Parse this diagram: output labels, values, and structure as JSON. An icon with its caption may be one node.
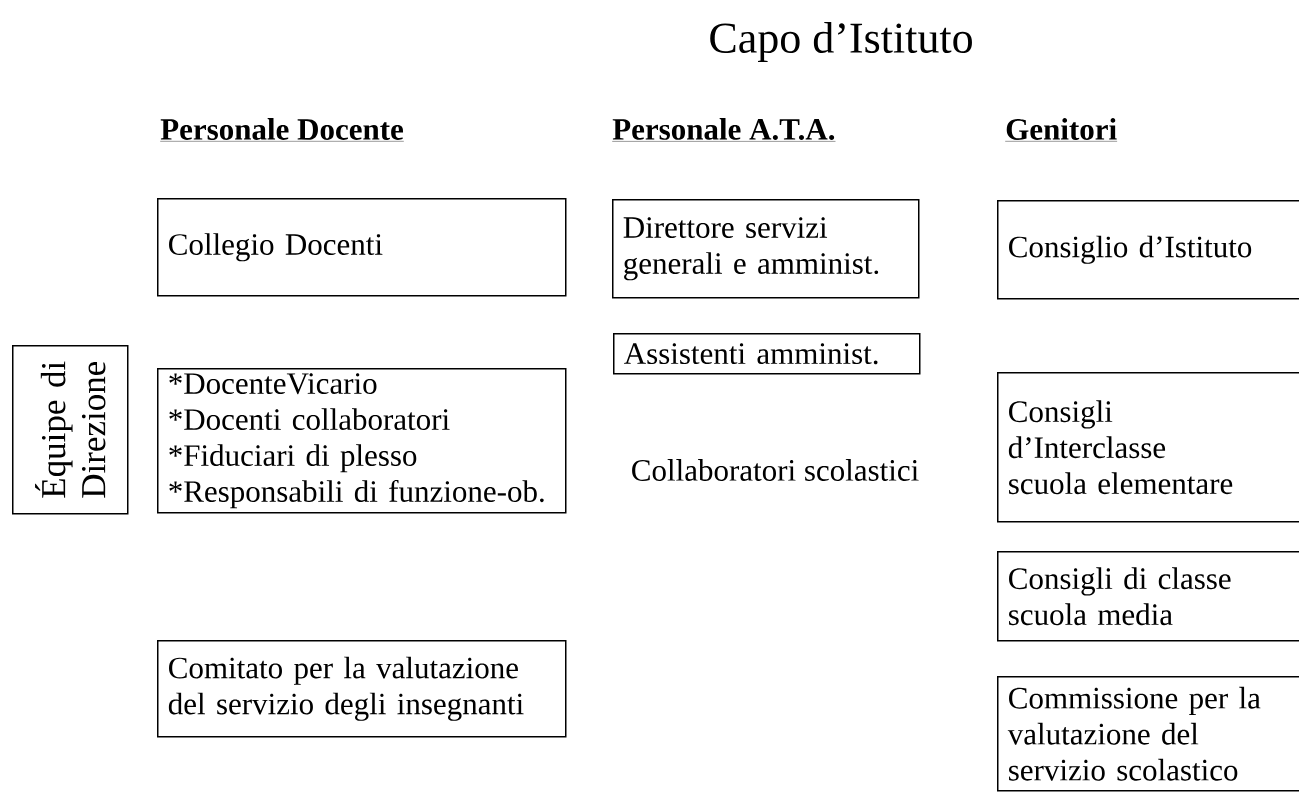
{
  "diagram": {
    "title": "Capo d’Istituto",
    "nodes": [
      {
        "text": [
          "Collegio Docenti"
        ]
      },
      {
        "text": [
          "Direttore servizi generali e amminist."
        ]
      },
      {
        "text": [
          "Consiglio d’Istituto"
        ]
      },
      {
        "text": [
          "Assistenti amminist."
        ]
      },
      {
        "text": [
          "Équipe di Direzione"
        ]
      },
      {
        "text": [
          "*DocenteVicario",
          "*Docenti collaboratori",
          "*Fiduciari di plesso",
          "*Responsabili di funzione-ob."
        ]
      },
      {
        "text": [
          "Consigli d’Interclasse scuola elementare"
        ]
      },
      {
        "text": [
          "Consigli di classe scuola media"
        ]
      },
      {
        "text": [
          "Commissione per la valutazione del servizio scolastico"
        ]
      },
      {
        "text": [
          "Comitato per la valutazione del servizio degli insegnanti"
        ]
      }
    ],
    "labels": [
      "Personale Docente",
      "Personale A.T.A.",
      "Genitori",
      "Collaboratori scolastici"
    ]
  }
}
